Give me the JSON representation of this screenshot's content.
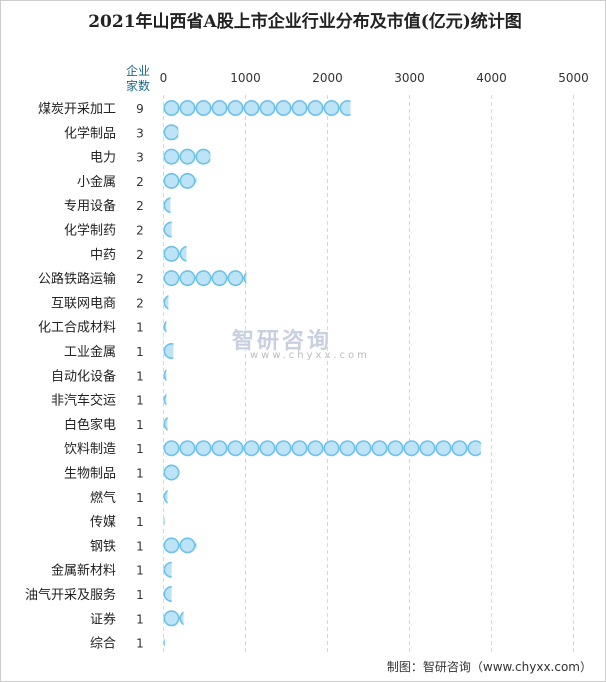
{
  "chart_data": {
    "type": "bar",
    "title": "2021年山西省A股上市企业行业分布及市值(亿元)统计图",
    "count_header": "企业家数",
    "xlim": [
      0,
      5000
    ],
    "xticks": [
      0,
      1000,
      2000,
      3000,
      4000,
      5000
    ],
    "grid": true,
    "bar_color": "#bde3f7",
    "bar_stroke": "#6cc2e8",
    "categories": [
      "煤炭开采加工",
      "化学制品",
      "电力",
      "小金属",
      "专用设备",
      "化学制药",
      "中药",
      "公路铁路运输",
      "互联网电商",
      "化工合成材料",
      "工业金属",
      "自动化设备",
      "非汽车交运",
      "白色家电",
      "饮料制造",
      "生物制品",
      "燃气",
      "传媒",
      "钢铁",
      "金属新材料",
      "油气开采及服务",
      "证券",
      "综合"
    ],
    "counts": [
      9,
      3,
      3,
      2,
      2,
      2,
      2,
      2,
      2,
      1,
      1,
      1,
      1,
      1,
      1,
      1,
      1,
      1,
      1,
      1,
      1,
      1,
      1
    ],
    "values": [
      2280,
      180,
      570,
      400,
      85,
      100,
      280,
      1010,
      60,
      35,
      120,
      35,
      35,
      50,
      3870,
      195,
      50,
      12,
      400,
      100,
      100,
      245,
      15
    ]
  },
  "watermark": "智研咨询",
  "watermark_url": "www.chyxx.com",
  "source": "制图：智研咨询（www.chyxx.com）"
}
